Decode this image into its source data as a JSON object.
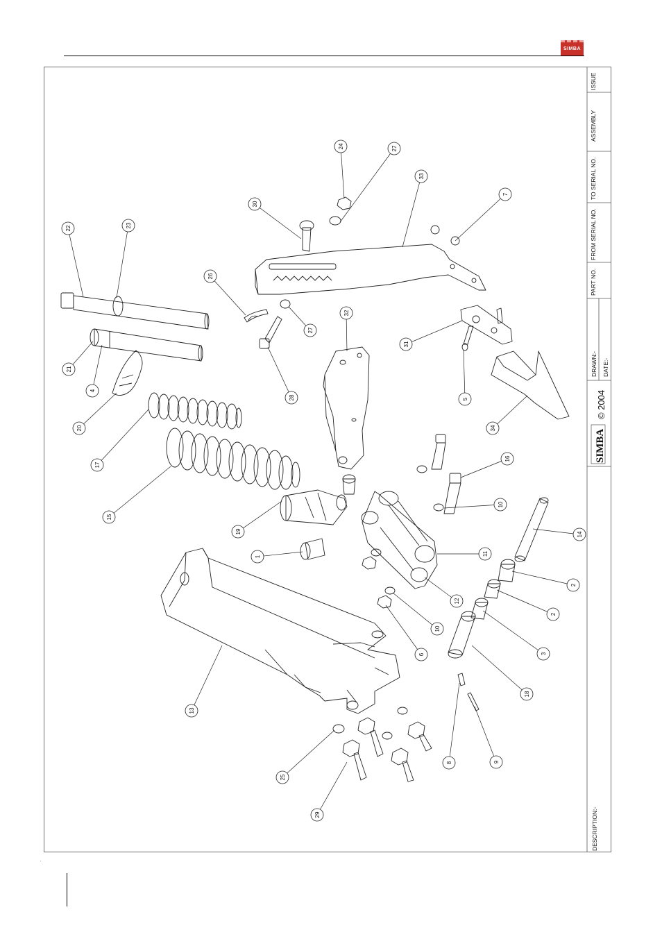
{
  "header": {
    "logo_text": "SIMBA"
  },
  "title_block": {
    "issue_label": "ISSUE",
    "assembly_label": "ASSEMBLY",
    "to_serial_label": "TO SERIAL NO.",
    "from_serial_label": "FROM SERIAL NO.",
    "part_no_label": "PART NO.",
    "drawn_label": "DRAWN:-",
    "date_label": "DATE:-",
    "brand": "SIMBA",
    "copyright": "© 2004",
    "description_label": "DESCRIPTION:-"
  },
  "callouts": [
    "1",
    "2",
    "2",
    "3",
    "4",
    "5",
    "6",
    "7",
    "8",
    "9",
    "10",
    "10",
    "11",
    "12",
    "13",
    "14",
    "15",
    "16",
    "17",
    "18",
    "19",
    "20",
    "21",
    "22",
    "23",
    "24",
    "25",
    "26",
    "27",
    "27",
    "28",
    "29",
    "30",
    "31",
    "32",
    "33",
    "34"
  ]
}
